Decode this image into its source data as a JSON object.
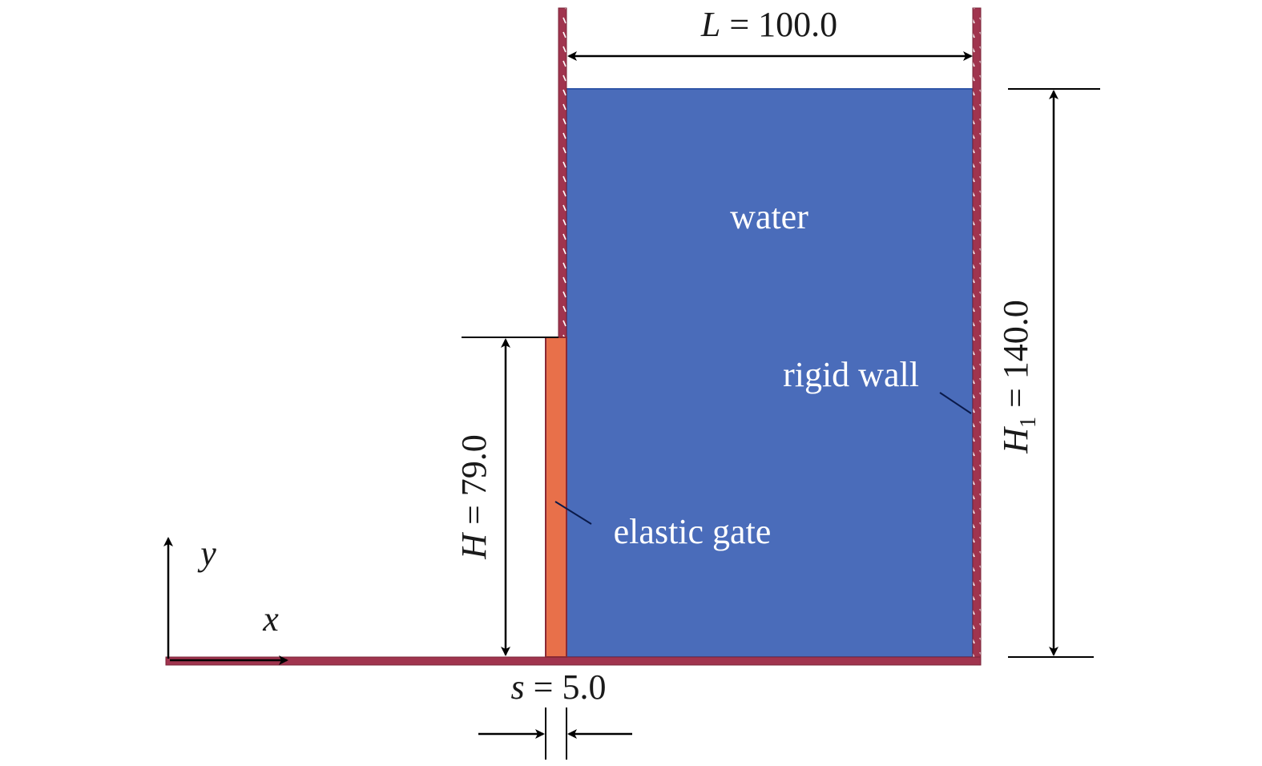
{
  "labels": {
    "L_symbol": "L",
    "L_value": " = 100.0",
    "H1_symbol": "H",
    "H1_subscript": "1",
    "H1_value": " = 140.0",
    "H_symbol": "H",
    "H_value": " = 79.0",
    "s_symbol": "s",
    "s_value": " = 5.0",
    "water": "water",
    "rigid_wall": "rigid wall",
    "elastic_gate": "elastic gate",
    "axis_x": "x",
    "axis_y": "y"
  },
  "colors": {
    "water": "#4a6cba",
    "water_edge": "#2f55a8",
    "wall": "#a0344e",
    "wall_hatch": "#ffffff",
    "gate": "#e8704a",
    "gate_edge": "#8a2a35",
    "line": "#000000"
  }
}
